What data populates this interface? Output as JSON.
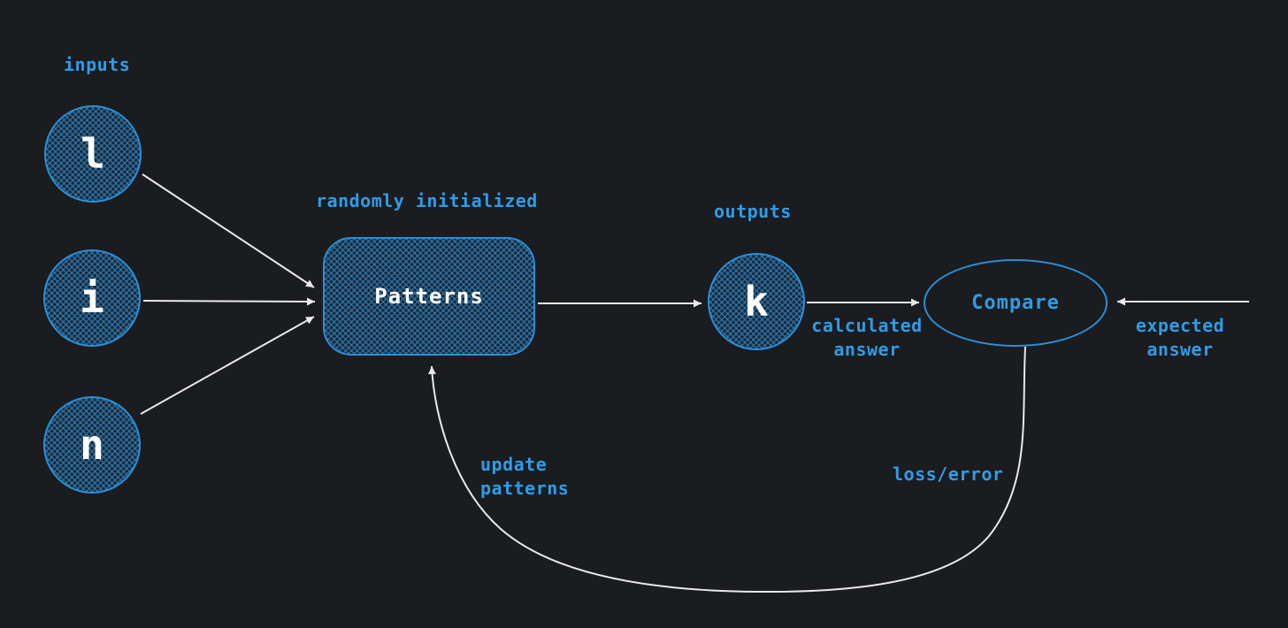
{
  "colors": {
    "background": "#1a1c1f",
    "accent_blue_text": "#2f9ce8",
    "node_border_blue": "#2b8fd9",
    "hatch_fill_blue": "#2d85c7",
    "node_text": "#ffffff",
    "arrow_stroke": "#e9e9e9"
  },
  "labels": {
    "inputs": "inputs",
    "randomly_initialized": "randomly initialized",
    "outputs": "outputs",
    "calculated_answer": "calculated\nanswer",
    "expected_answer": "expected\nanswer",
    "update_patterns": "update\npatterns",
    "loss_error": "loss/error"
  },
  "nodes": {
    "input_l": "l",
    "input_i": "i",
    "input_n": "n",
    "patterns": "Patterns",
    "output_k": "k",
    "compare": "Compare"
  },
  "edges": [
    {
      "from": "input_l",
      "to": "patterns"
    },
    {
      "from": "input_i",
      "to": "patterns"
    },
    {
      "from": "input_n",
      "to": "patterns"
    },
    {
      "from": "patterns",
      "to": "output_k"
    },
    {
      "from": "output_k",
      "to": "compare",
      "label": "calculated answer"
    },
    {
      "from": "expected-answer-source",
      "to": "compare",
      "label": "expected answer"
    },
    {
      "from": "compare",
      "to": "patterns",
      "label": "loss/error, update patterns"
    }
  ]
}
